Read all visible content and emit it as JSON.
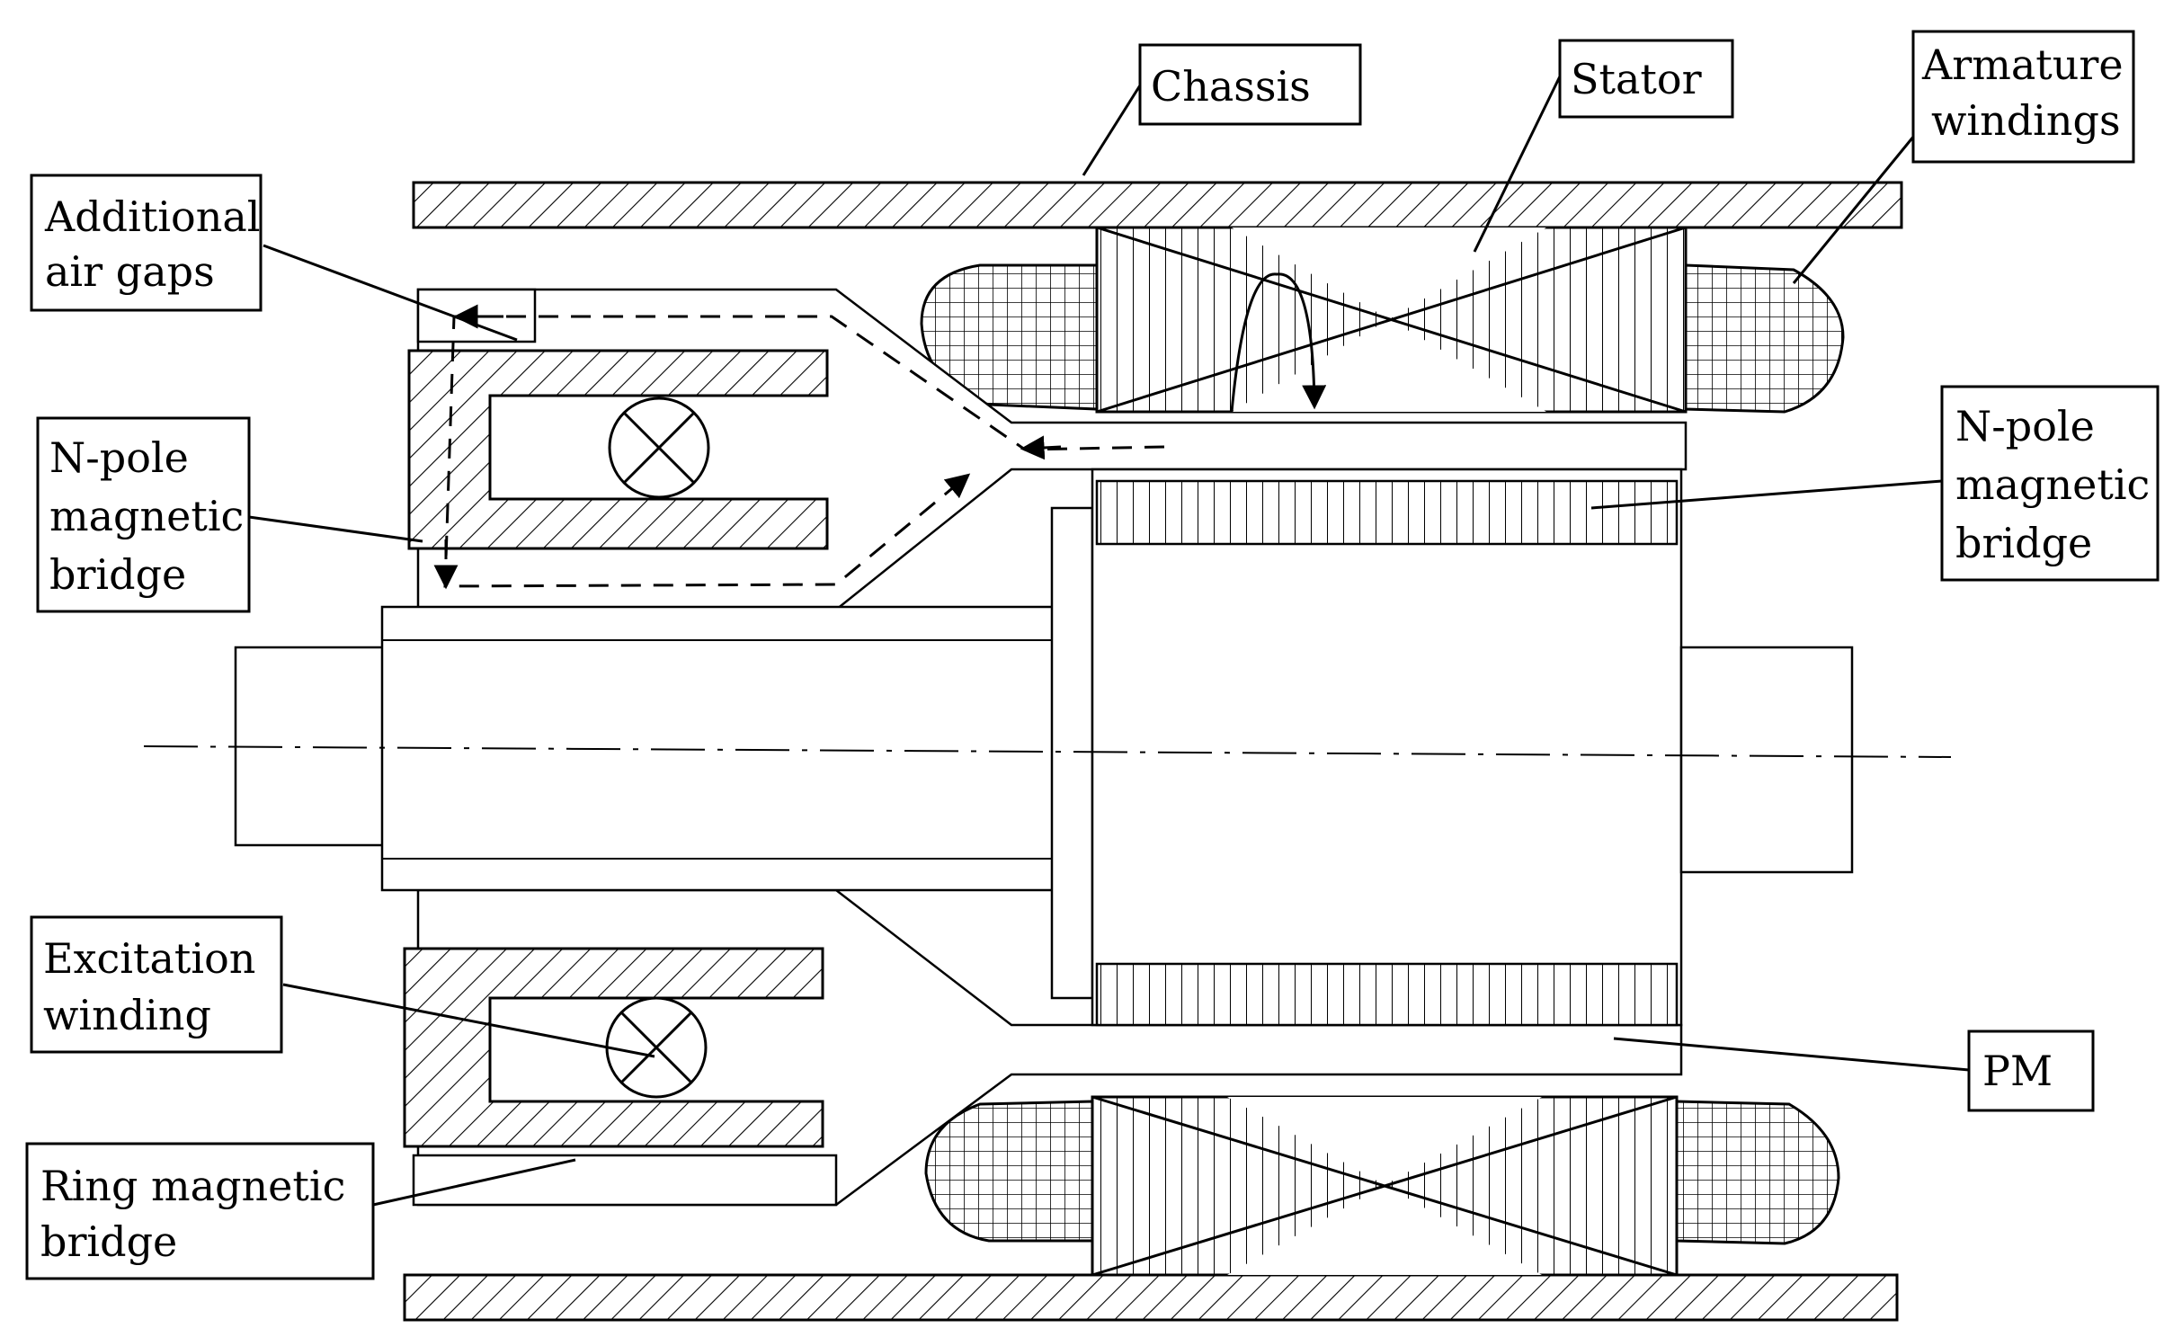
{
  "labels": {
    "chassis": "Chassis",
    "stator": "Stator",
    "armature_windings": [
      "Armature",
      "windings"
    ],
    "additional_air_gaps": [
      "Additional",
      "air gaps"
    ],
    "n_pole_bridge_left": [
      "N-pole",
      "magnetic",
      "bridge"
    ],
    "n_pole_bridge_right": [
      "N-pole",
      "magnetic",
      "bridge"
    ],
    "excitation_winding": [
      "Excitation",
      "winding"
    ],
    "ring_magnetic_bridge": [
      "Ring magnetic",
      "bridge"
    ],
    "pm": "PM"
  },
  "colors": {
    "line": "#000000",
    "background": "#ffffff"
  }
}
